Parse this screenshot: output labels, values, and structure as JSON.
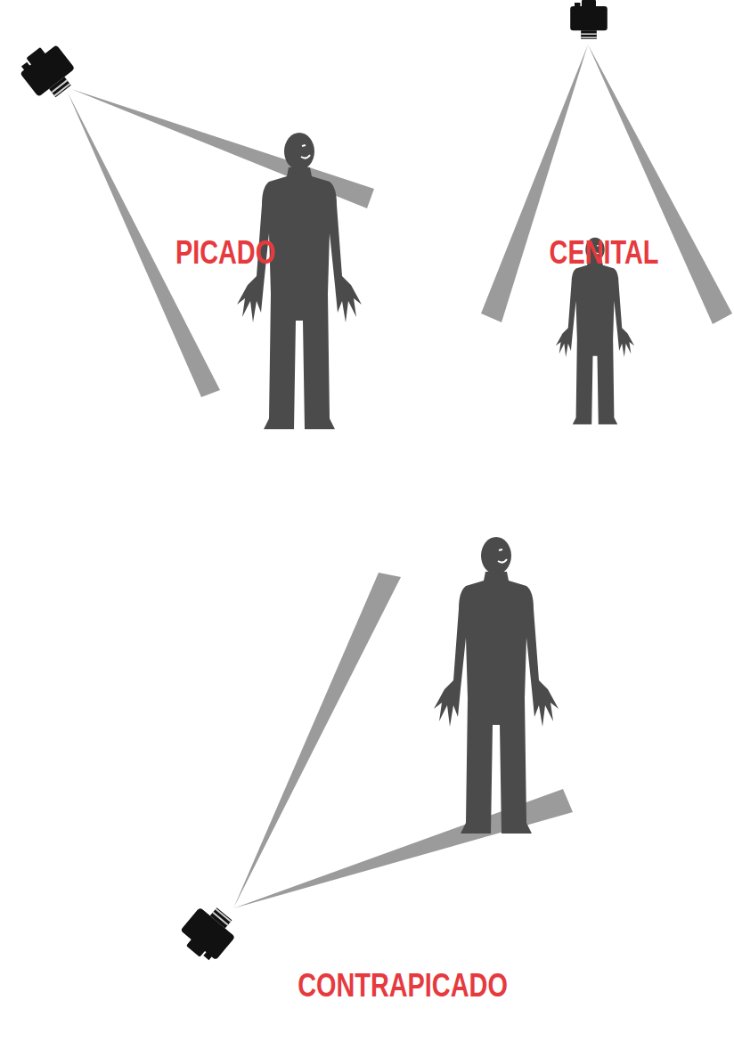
{
  "diagram": {
    "labels": [
      "PICADO",
      "CENITAL",
      "CONTRAPICADO"
    ]
  }
}
